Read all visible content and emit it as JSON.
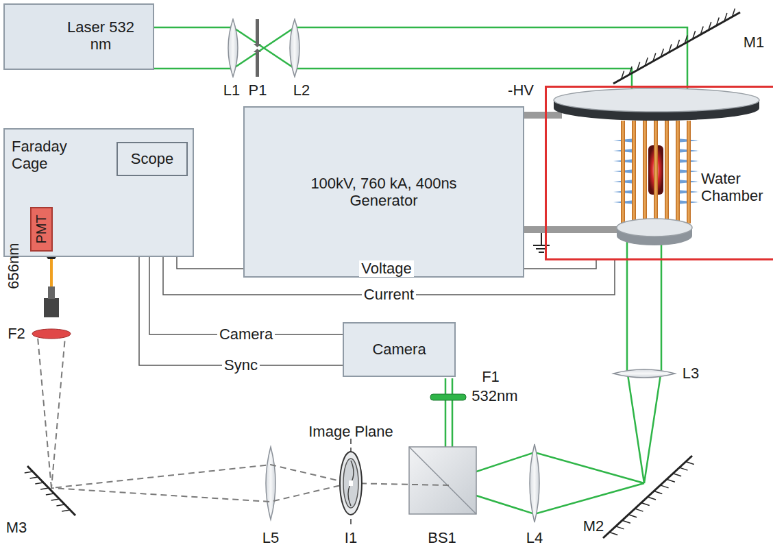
{
  "diagram": {
    "nodes": [
      {
        "text": [
          "Laser 532 nm"
        ]
      },
      {
        "text": [
          "Faraday Cage"
        ]
      },
      {
        "text": [
          "Scope"
        ],
        "in": 1
      },
      {
        "text": [
          "PMT"
        ],
        "in": 1
      },
      {
        "text": [
          "100kV, 760 kA, 400ns Generator"
        ]
      },
      {
        "text": [
          "Water Chamber"
        ]
      },
      {
        "text": [
          "Camera"
        ]
      }
    ],
    "edges": [
      {
        "from": 2,
        "to": 3,
        "arrow": "none"
      },
      {
        "from": 2,
        "to": 5,
        "label": "Voltage",
        "arrow": "none"
      },
      {
        "from": 2,
        "to": 5,
        "label": "Current",
        "arrow": "none"
      },
      {
        "from": 2,
        "to": 6,
        "label": "Camera",
        "arrow": "none"
      },
      {
        "from": 2,
        "to": 6,
        "label": "Sync",
        "arrow": "none"
      },
      {
        "from": 4,
        "to": 5,
        "arrow": "none"
      },
      {
        "from": 4,
        "to": 5,
        "arrow": "none"
      }
    ],
    "labels": [
      "L1",
      "P1",
      "L2",
      "M1",
      "-HV",
      "656nm",
      "F2",
      "F1",
      "532nm",
      "Image Plane",
      "M3",
      "L5",
      "I1",
      "BS1",
      "L4",
      "M2",
      "L3"
    ]
  }
}
